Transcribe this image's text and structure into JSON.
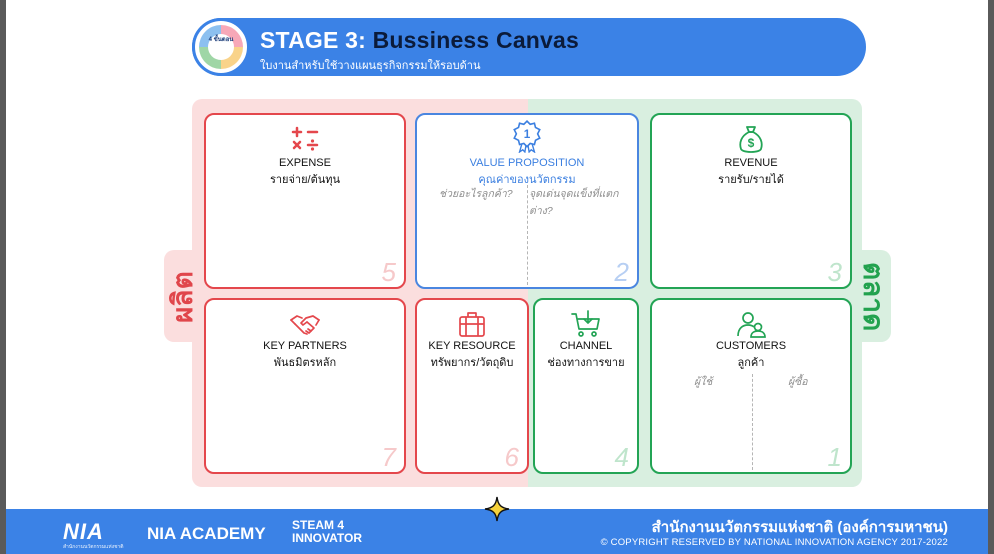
{
  "header": {
    "badge_text": "4 ขั้นตอน",
    "stage_label": "STAGE 3:",
    "stage_name": "Bussiness Canvas",
    "subtitle": "ใบงานสำหรับใช้วางแผนธุรกิจกรรมให้รอบด้าน"
  },
  "sides": {
    "left_label": "ผลิต",
    "right_label": "ตลาด"
  },
  "boxes": {
    "expense": {
      "title": "EXPENSE",
      "subtitle": "รายจ่าย/ต้นทุน",
      "number": "5",
      "icon": "math-operators-icon"
    },
    "value": {
      "title": "VALUE PROPOSITION",
      "subtitle": "คุณค่าของนวัตกรรม",
      "number": "2",
      "icon": "award-ribbon-icon",
      "hint_left": "ช่วยอะไรลูกค้า?",
      "hint_right": "จุดเด่นจุดแข็งที่แตกต่าง?"
    },
    "revenue": {
      "title": "REVENUE",
      "subtitle": "รายรับ/รายได้",
      "number": "3",
      "icon": "money-bag-icon"
    },
    "partners": {
      "title": "KEY PARTNERS",
      "subtitle": "พันธมิตรหลัก",
      "number": "7",
      "icon": "handshake-icon"
    },
    "resource": {
      "title": "KEY RESOURCE",
      "subtitle": "ทรัพยากร/วัตถุดิบ",
      "number": "6",
      "icon": "toolbox-icon"
    },
    "channel": {
      "title": "CHANNEL",
      "subtitle": "ช่องทางการขาย",
      "number": "4",
      "icon": "shopping-cart-icon"
    },
    "customers": {
      "title": "CUSTOMERS",
      "subtitle": "ลูกค้า",
      "number": "1",
      "icon": "users-icon",
      "hint_left": "ผู้ใช้",
      "hint_right": "ผู้ซื้อ"
    }
  },
  "footer": {
    "nia": "NIA",
    "nia_small": "สำนักงานนวัตกรรมแห่งชาติ",
    "academy": "NIA ACADEMY",
    "steam_line1": "STEAM 4",
    "steam_line2": "INNOVATOR",
    "org_name": "สำนักงานนวัตกรรมแห่งชาติ (องค์การมหาชน)",
    "copyright": "© COPYRIGHT RESERVED BY NATIONAL INNOVATION AGENCY 2017-2022"
  },
  "colors": {
    "accent_blue": "#3b82e6",
    "production_red": "#e4474c",
    "market_green": "#23a455"
  }
}
